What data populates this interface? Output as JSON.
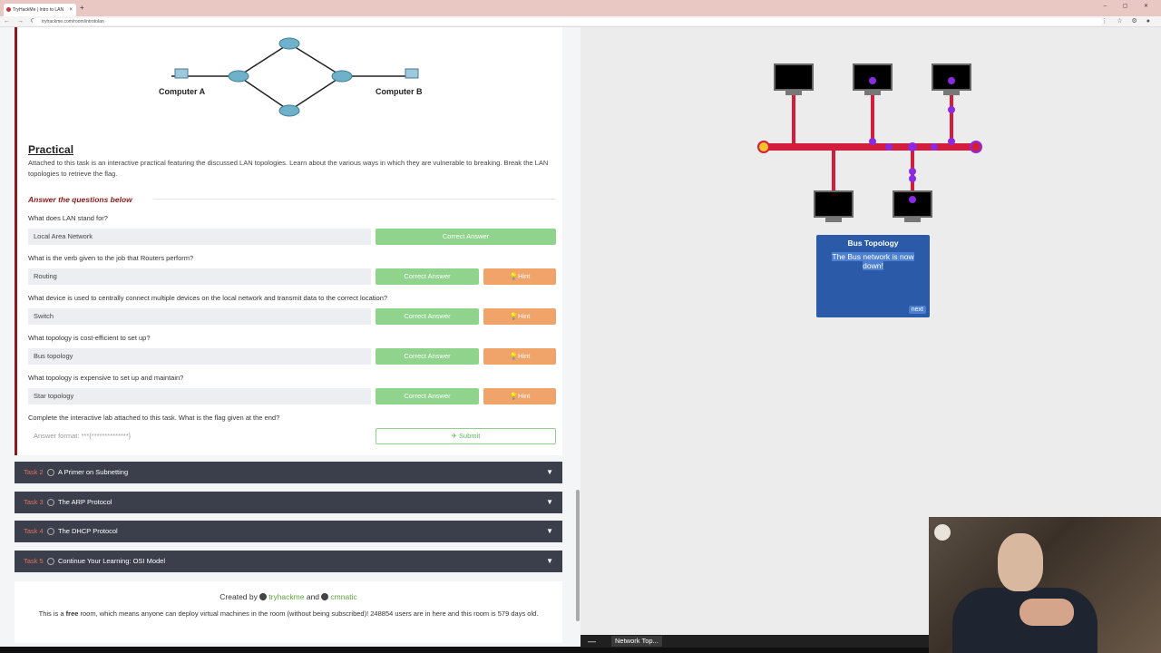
{
  "browser": {
    "tab_title": "TryHackMe | Intro to LAN",
    "url": "tryhackme.com/room/introtolan",
    "newtab": "+",
    "tab_close": "×",
    "window_controls": "– ▢ ✕",
    "nav_icons": "← → ⟳",
    "right_icons": "⋮ ☆ ⚙ ●"
  },
  "diagram": {
    "computer_a": "Computer A",
    "computer_b": "Computer B"
  },
  "practical": {
    "heading": "Practical",
    "description": "Attached to this task is an interactive practical featuring the discussed LAN topologies. Learn about the various ways in which they are vulnerable to breaking. Break the LAN topologies to retrieve the flag."
  },
  "questions_header": "Answer the questions below",
  "questions": [
    {
      "q": "What does LAN stand for?",
      "a": "Local Area Network",
      "button": "Correct Answer"
    },
    {
      "q": "What is the verb given to the job that Routers perform?",
      "a": "Routing",
      "button": "Correct Answer",
      "hint": "💡Hint"
    },
    {
      "q": "What device is used to centrally connect multiple devices on the local network and transmit data to the correct location?",
      "a": "Switch",
      "button": "Correct Answer",
      "hint": "💡Hint"
    },
    {
      "q": "What topology is cost-efficient to set up?",
      "a": "Bus topology",
      "button": "Correct Answer",
      "hint": "💡Hint"
    },
    {
      "q": "What topology is expensive to set up and maintain?",
      "a": "Star topology",
      "button": "Correct Answer",
      "hint": "💡Hint"
    },
    {
      "q": "Complete the interactive lab attached to this task. What is the flag given at the end?",
      "placeholder": "Answer format: ***{**************}",
      "button": "✈ Submit"
    }
  ],
  "tasks": [
    {
      "num": "Task 2",
      "title": "A Primer on Subnetting"
    },
    {
      "num": "Task 3",
      "title": "The ARP Protocol"
    },
    {
      "num": "Task 4",
      "title": "The DHCP Protocol"
    },
    {
      "num": "Task 5",
      "title": "Continue Your Learning: OSI Model"
    }
  ],
  "footer": {
    "created_by": "Created by",
    "author1": "tryhackme",
    "and": "and",
    "author2": "cmnatic",
    "info_pre": "This is a",
    "free": "free",
    "info_post": "room, which means anyone can deploy virtual machines in the room (without being subscribed)! 248854 users are in here and this room is 579 days old."
  },
  "topology": {
    "title": "Bus Topology",
    "message": "The Bus network is now down!",
    "next": "next"
  },
  "os_taskbar": {
    "dash": "—",
    "app": "Network Top..."
  },
  "colors": {
    "bus": "#d21e3c",
    "packet": "#8a2be2",
    "info_box": "#2a5aa8",
    "correct": "#8fd38c",
    "hint": "#f0a46a",
    "task_bar": "#3a3f4b"
  }
}
